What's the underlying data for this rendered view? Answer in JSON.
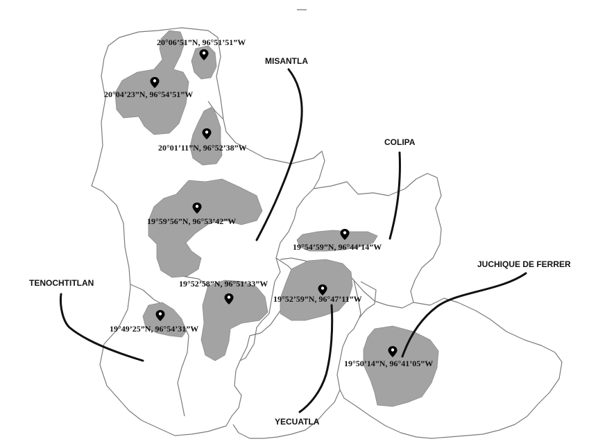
{
  "map": {
    "municipalities": [
      {
        "id": "misantla",
        "name": "MISANTLA"
      },
      {
        "id": "colipa",
        "name": "COLIPA"
      },
      {
        "id": "juchique",
        "name": "JUCHIQUE DE FERRER"
      },
      {
        "id": "tenochtitlan",
        "name": "TENOCHTITLAN"
      },
      {
        "id": "yecuatla",
        "name": "YECUATLA"
      }
    ],
    "sites": [
      {
        "id": "s1",
        "coord": "20°06’51”N, 96°51’51”W"
      },
      {
        "id": "s2",
        "coord": "20°04’23”N, 96°54’51”W"
      },
      {
        "id": "s3",
        "coord": "20°01’11”N, 96°52’38”W"
      },
      {
        "id": "s4",
        "coord": "19°59’56”N, 96°53’42”W"
      },
      {
        "id": "s5",
        "coord": "19°54’59”N, 96°44’14”W"
      },
      {
        "id": "s6",
        "coord": "19°52’58”N, 96°51’33”W"
      },
      {
        "id": "s7",
        "coord": "19°52’59”N, 96°47’11”W"
      },
      {
        "id": "s8",
        "coord": "19°49’25”N, 96°54’31”W"
      },
      {
        "id": "s9",
        "coord": "19°50’14”N, 96°41’05”W"
      }
    ],
    "colors": {
      "region": "#a3a3a3",
      "border": "#7a7a7a",
      "leader": "#111111",
      "pin": "#000000"
    },
    "pin_icon": "map-pin-icon"
  }
}
